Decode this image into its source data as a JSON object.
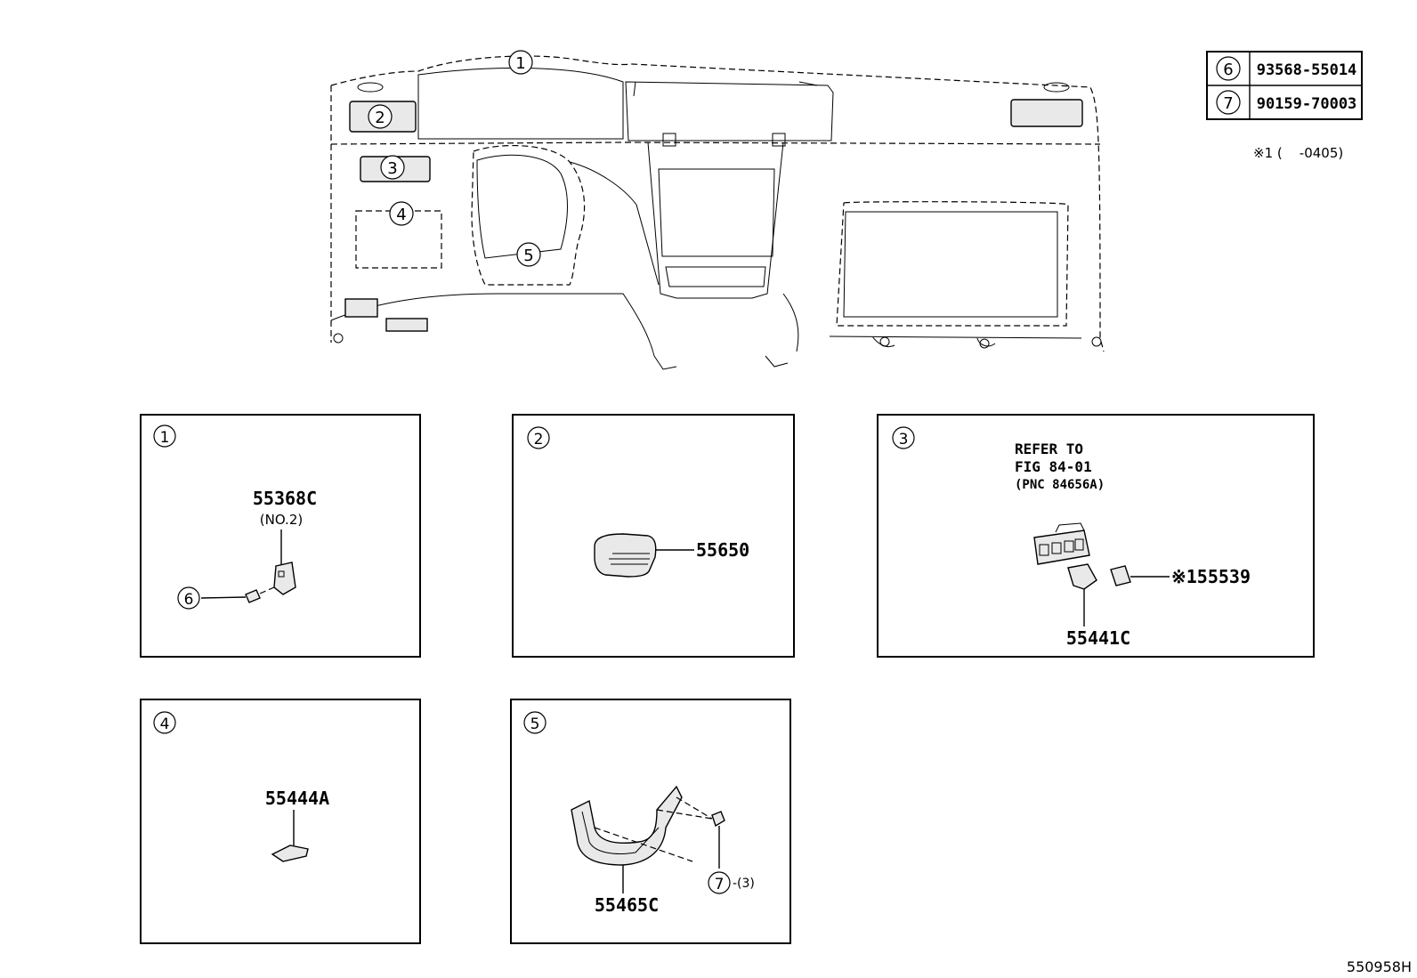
{
  "legend_table": [
    {
      "ref": "6",
      "part_no": "93568-55014"
    },
    {
      "ref": "7",
      "part_no": "90159-70003"
    }
  ],
  "footnote": "※1 (    -0405)",
  "overview": {
    "callouts": [
      "1",
      "2",
      "3",
      "4",
      "5"
    ]
  },
  "panels": [
    {
      "ref": "1",
      "parts": [
        {
          "part_no": "55368C",
          "note": "(NO.2)"
        }
      ],
      "callouts": [
        "6"
      ]
    },
    {
      "ref": "2",
      "parts": [
        {
          "part_no": "55650"
        }
      ]
    },
    {
      "ref": "3",
      "refer": [
        "REFER TO",
        "FIG 84-01",
        "(PNC 84656A)"
      ],
      "parts": [
        {
          "part_no": "※155539"
        },
        {
          "part_no": "55441C"
        }
      ]
    },
    {
      "ref": "4",
      "parts": [
        {
          "part_no": "55444A"
        }
      ]
    },
    {
      "ref": "5",
      "parts": [
        {
          "part_no": "55465C"
        }
      ],
      "callouts": [
        "7"
      ],
      "qty": "-(3)"
    }
  ],
  "figure_id": "550958H"
}
